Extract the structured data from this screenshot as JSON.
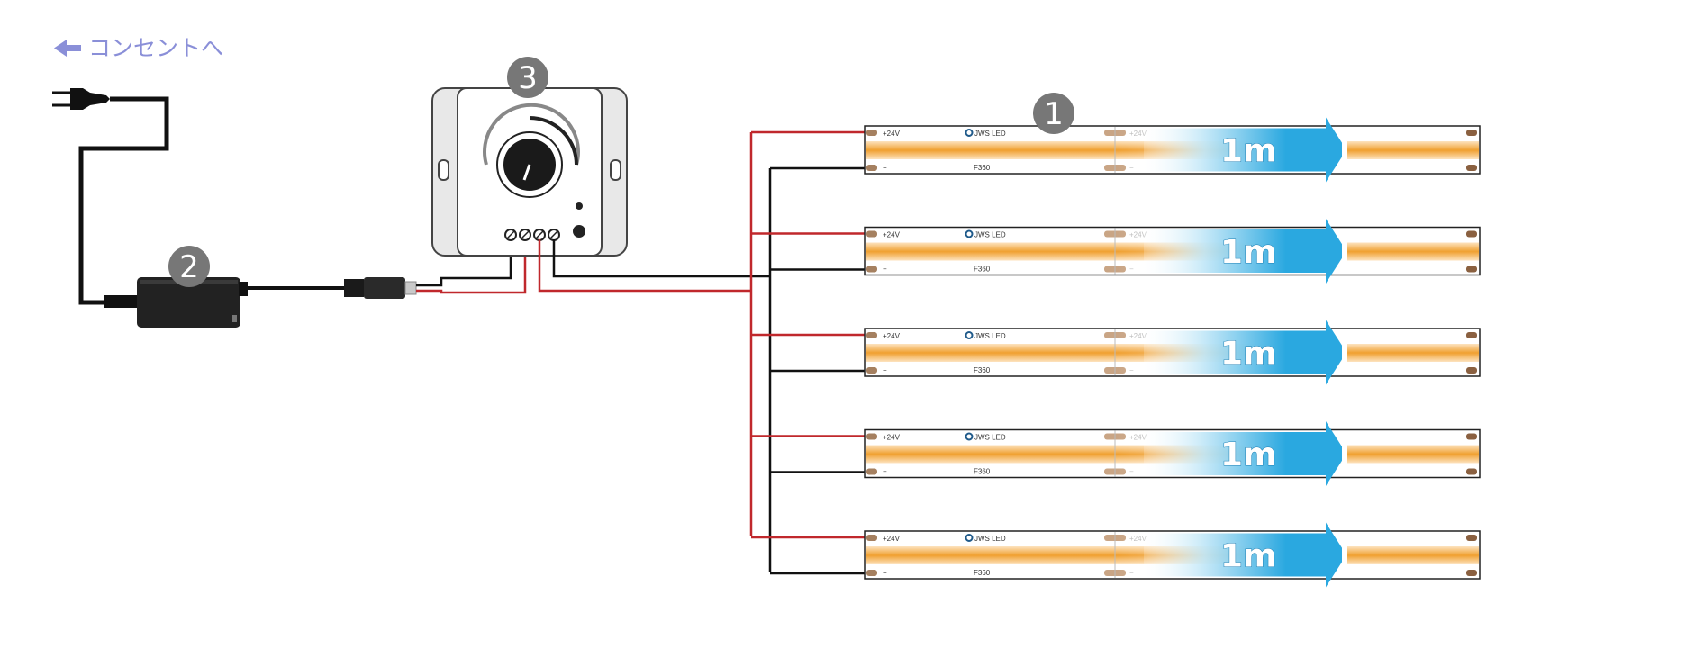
{
  "outlet_link": {
    "label": "コンセントへ",
    "icon": "arrow-left-icon"
  },
  "badges": {
    "strip": "1",
    "adapter": "2",
    "dimmer": "3"
  },
  "strip": {
    "plus_label": "+24V",
    "minus_label": "−",
    "brand": "JWS LED",
    "model": "F360",
    "length_label": "1m",
    "count": 5
  },
  "colors": {
    "positive_wire": "#c0282c",
    "negative_wire": "#111111",
    "led_glow": "#f0a030",
    "length_arrow": "#2aa8e0",
    "badge": "#777777",
    "link": "#8a8fd8"
  }
}
